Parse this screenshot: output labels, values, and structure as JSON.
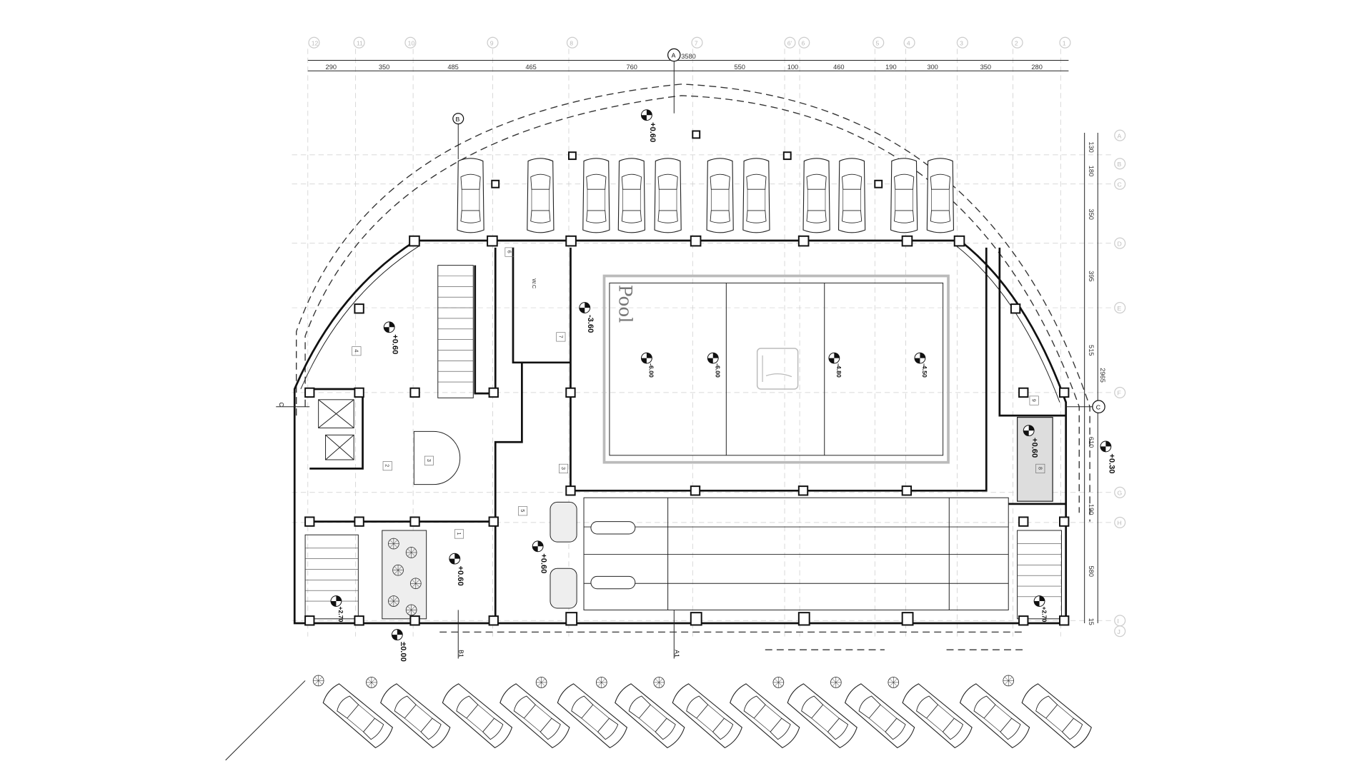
{
  "drawing": {
    "title_pool": "Pool",
    "top_dimensions": {
      "total": "3580",
      "segments": [
        "290",
        "350",
        "485",
        "465",
        "760",
        "550",
        "100",
        "460",
        "190",
        "300",
        "350",
        "280"
      ]
    },
    "right_dimensions": {
      "total": "2965",
      "segments": [
        "130",
        "180",
        "350",
        "395",
        "515",
        "610",
        "190",
        "580",
        "15"
      ]
    },
    "top_grid_labels": [
      "12",
      "11",
      "10",
      "9",
      "8",
      "7",
      "6'",
      "6",
      "5",
      "4",
      "3",
      "2",
      "1"
    ],
    "right_grid_labels": [
      "A",
      "B",
      "C",
      "D",
      "E",
      "F",
      "G",
      "H",
      "I",
      "J"
    ],
    "section_markers": {
      "a": "A",
      "b": "B",
      "c": "C",
      "a_bottom": "A1",
      "b_bottom": "B1"
    },
    "levels": {
      "parking_top": "+0.60",
      "lobby": "+0.60",
      "pool_deck": "-3.60",
      "pool_1": "-6.00",
      "pool_2": "-6.00",
      "pool_3": "-4.80",
      "pool_4": "-4.50",
      "right_room": "+0.60",
      "outside_right": "+0.30",
      "entrance": "+0.60",
      "bowling": "+0.60",
      "ground": "±0.00",
      "stair_left": "+2.70",
      "stair_right": "+2.70"
    },
    "rooms": {
      "r1": "1",
      "r2": "2",
      "r3a": "3",
      "r3b": "3",
      "r4": "4",
      "r5": "5",
      "r6": "6",
      "r7": "7",
      "r8": "8",
      "r9": "9",
      "wc": "W.C"
    }
  }
}
